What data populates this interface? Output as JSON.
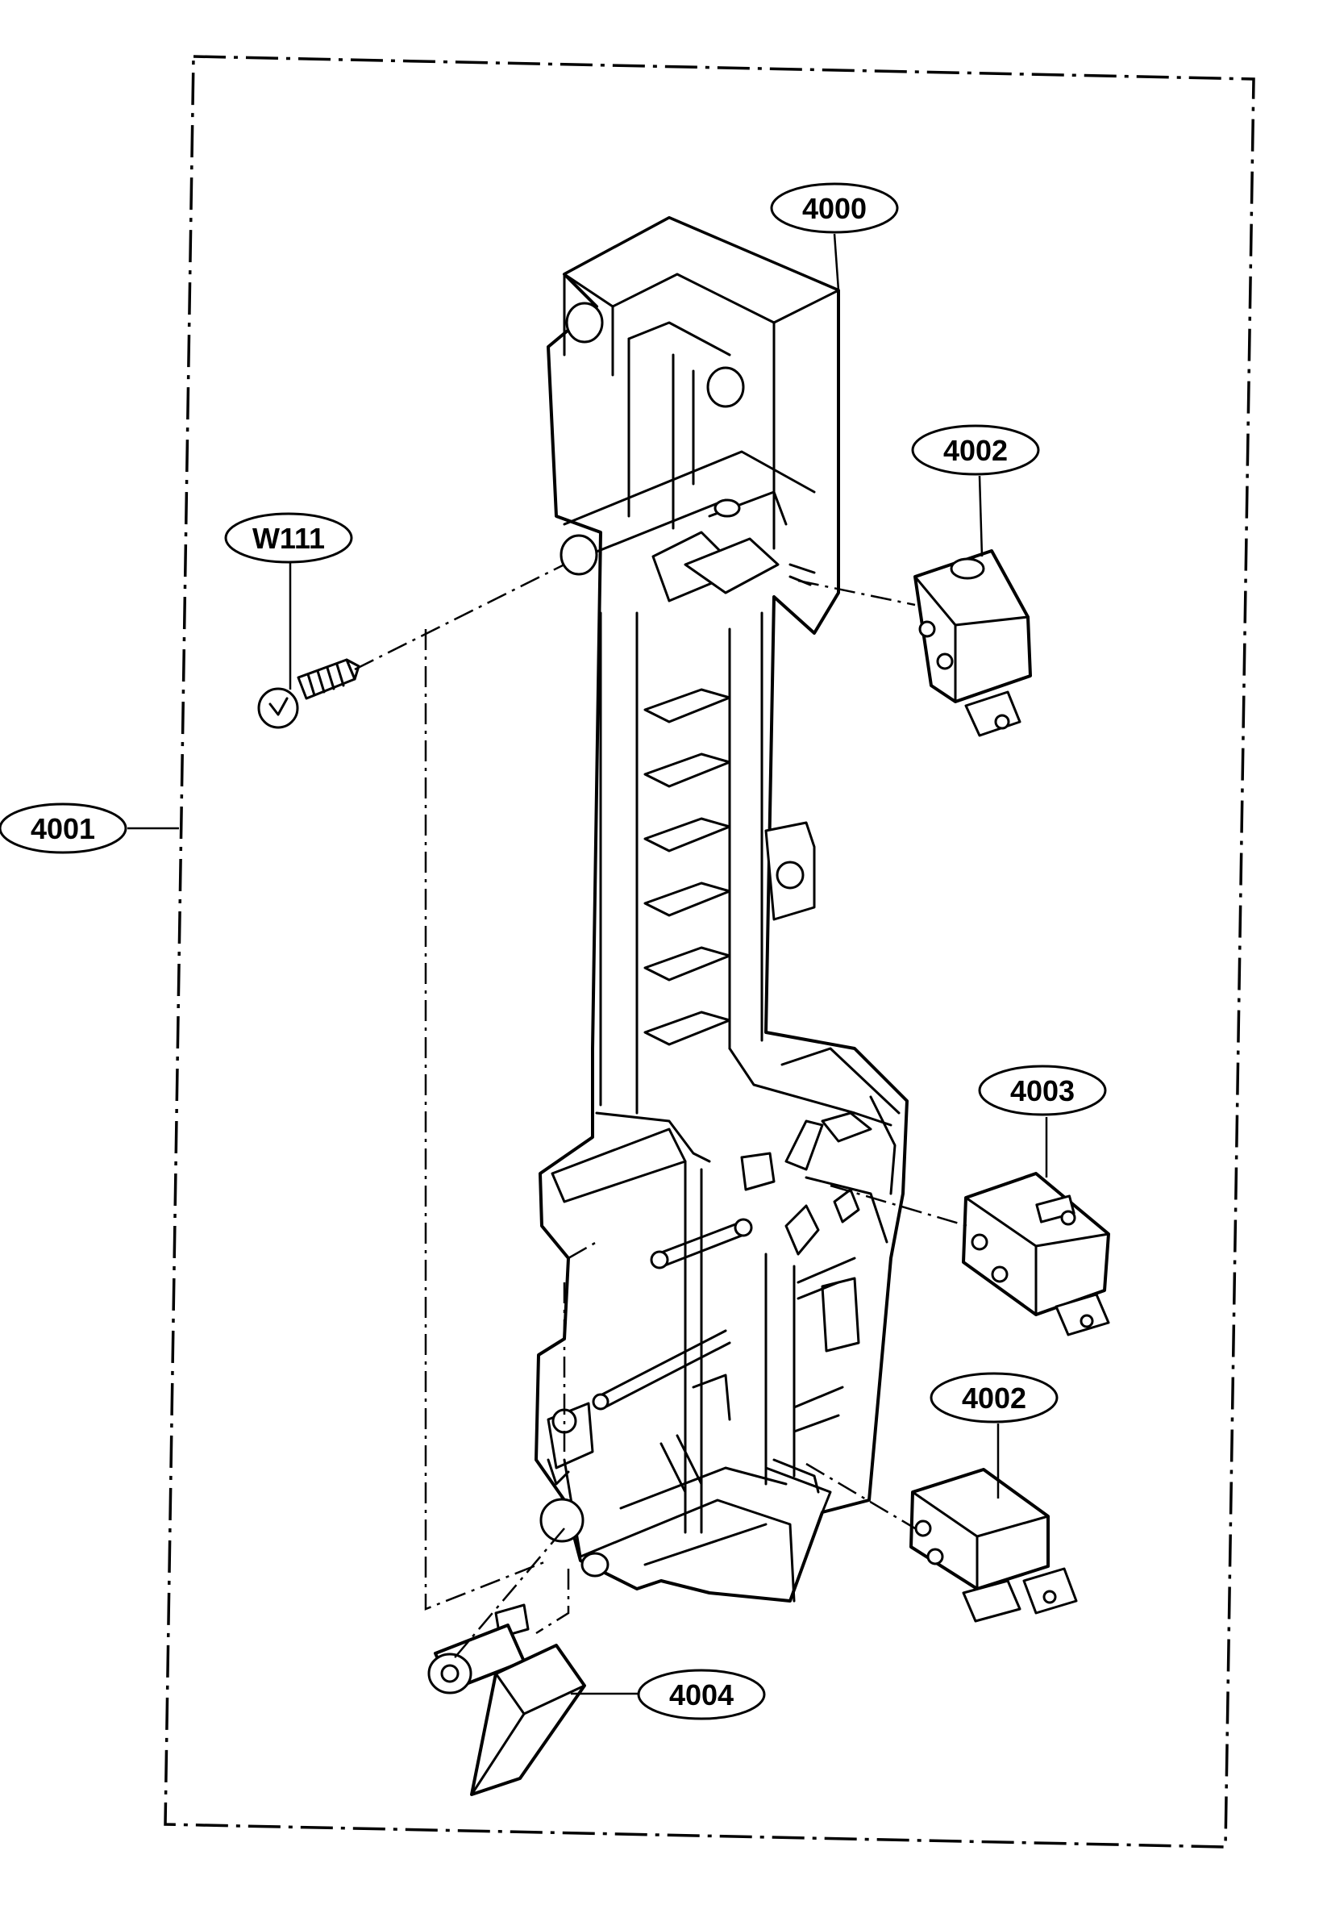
{
  "callouts": {
    "c4000": "4000",
    "c4001": "4001",
    "c4002_top": "4002",
    "c4002_bottom": "4002",
    "c4003": "4003",
    "c4004": "4004",
    "cW111": "W111"
  }
}
